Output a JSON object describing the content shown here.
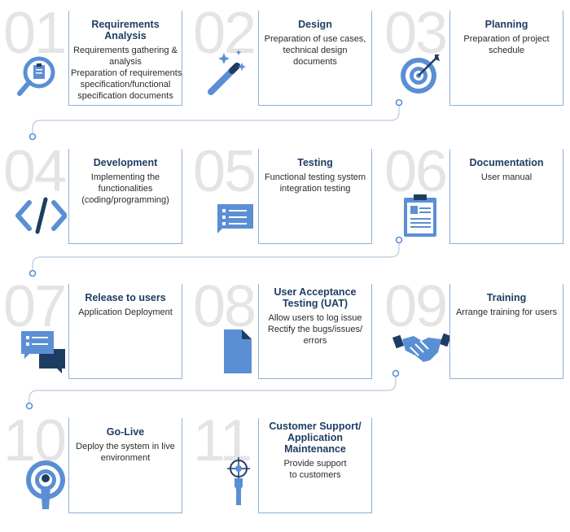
{
  "steps": [
    {
      "num": "01",
      "title": [
        "Requirements Analysis"
      ],
      "desc": [
        "Requirements gathering &",
        "analysis",
        "Preparation of requirements",
        "specification/functional",
        "specification documents"
      ],
      "icon": "magnifier-clipboard-icon"
    },
    {
      "num": "02",
      "title": [
        "Design"
      ],
      "desc": [
        "Preparation of use cases,",
        "technical design",
        "documents"
      ],
      "icon": "magic-wand-icon"
    },
    {
      "num": "03",
      "title": [
        "Planning"
      ],
      "desc": [
        "Preparation of project",
        "schedule"
      ],
      "icon": "target-icon"
    },
    {
      "num": "04",
      "title": [
        "Development"
      ],
      "desc": [
        "Implementing the",
        "functionalities",
        "(coding/programming)"
      ],
      "icon": "code-brackets-icon"
    },
    {
      "num": "05",
      "title": [
        "Testing"
      ],
      "desc": [
        "Functional testing system",
        "integration testing"
      ],
      "icon": "checklist-bubble-icon"
    },
    {
      "num": "06",
      "title": [
        "Documentation"
      ],
      "desc": [
        "User manual"
      ],
      "icon": "clipboard-profile-icon"
    },
    {
      "num": "07",
      "title": [
        "Release to users"
      ],
      "desc": [
        "Application Deployment"
      ],
      "icon": "chat-bubbles-icon"
    },
    {
      "num": "08",
      "title": [
        "User Acceptance",
        "Testing (UAT)"
      ],
      "desc": [
        "Allow users to log issue",
        "Rectify the bugs/issues/",
        "errors"
      ],
      "icon": "document-icon"
    },
    {
      "num": "09",
      "title": [
        "Training"
      ],
      "desc": [
        "Arrange training for users"
      ],
      "icon": "handshake-icon"
    },
    {
      "num": "10",
      "title": [
        "Go-Live"
      ],
      "desc": [
        "Deploy the system in live",
        "environment"
      ],
      "icon": "broadcast-icon"
    },
    {
      "num": "11",
      "title": [
        "Customer Support/",
        "Application Maintenance"
      ],
      "desc": [
        "Provide support",
        "to customers"
      ],
      "icon": "support-pin-icon"
    }
  ],
  "colors": {
    "accent": "#5b8fd4",
    "dark": "#1f3d63",
    "border": "#8fb0d8",
    "number": "#e4e4e4"
  }
}
